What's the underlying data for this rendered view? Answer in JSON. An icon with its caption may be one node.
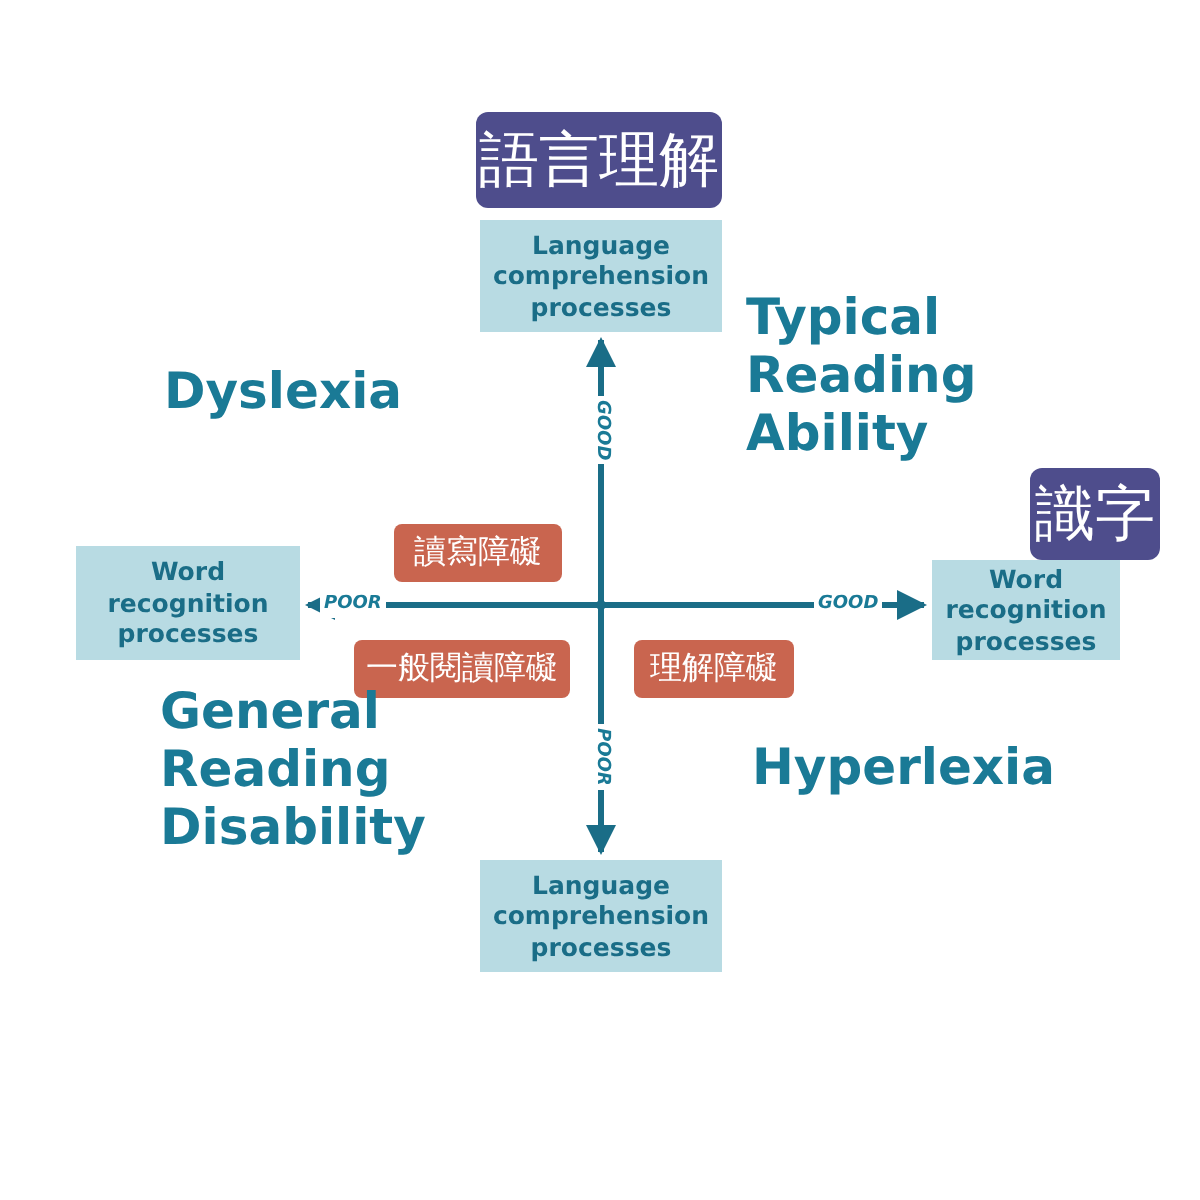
{
  "diagram": {
    "nodes": [
      {
        "text": [
          "語言理解"
        ]
      },
      {
        "text": [
          "Language comprehension processes"
        ]
      },
      {
        "text": [
          "識字"
        ]
      },
      {
        "text": [
          "Word recognition processes"
        ]
      },
      {
        "text": [
          "讀寫障礙"
        ]
      },
      {
        "text": [
          "Word recognition processes"
        ]
      },
      {
        "text": [
          "一般閱讀障礙"
        ]
      },
      {
        "text": [
          "理解障礙"
        ]
      },
      {
        "text": [
          "Language comprehension processes"
        ]
      },
      {
        "text": [],
        "shape": "point"
      }
    ],
    "edges": [
      {
        "from": 9,
        "to": 1,
        "arrow": "to"
      },
      {
        "from": 9,
        "to": 3,
        "arrow": "to"
      },
      {
        "from": 9,
        "to": 5,
        "arrow": "to"
      },
      {
        "from": 9,
        "to": 8,
        "arrow": "to"
      }
    ],
    "labels": [
      "Typical Reading Ability",
      "Dyslexia",
      "GOOD",
      "POOR",
      "GOOD",
      "General Reading Disability",
      "POOR",
      "Hyperlexia"
    ]
  }
}
